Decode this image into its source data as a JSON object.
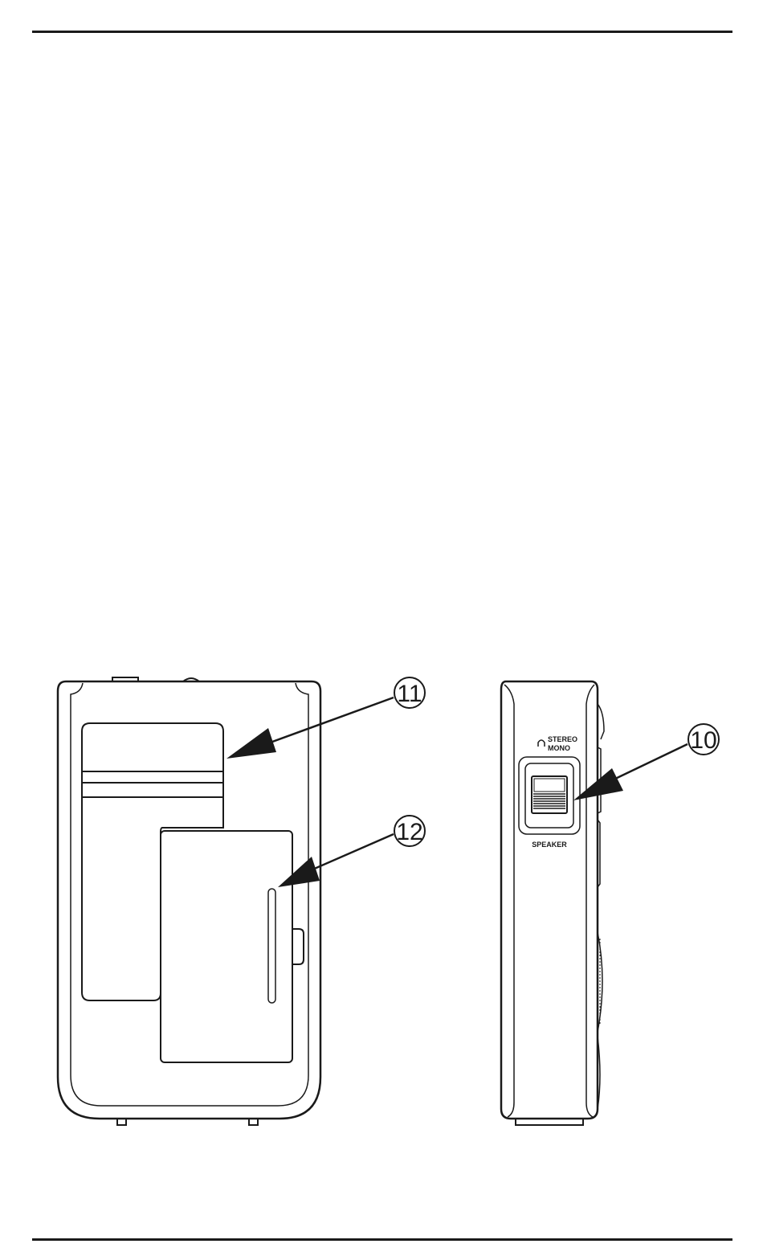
{
  "callouts": {
    "c10": "10",
    "c11": "11",
    "c12": "12"
  },
  "switch": {
    "stereo_label": "STEREO",
    "mono_label": "MONO",
    "speaker_label": "SPEAKER"
  },
  "icons": {
    "headphone": "headphone-icon"
  },
  "colors": {
    "line": "#1a1a1a",
    "background": "#ffffff"
  }
}
